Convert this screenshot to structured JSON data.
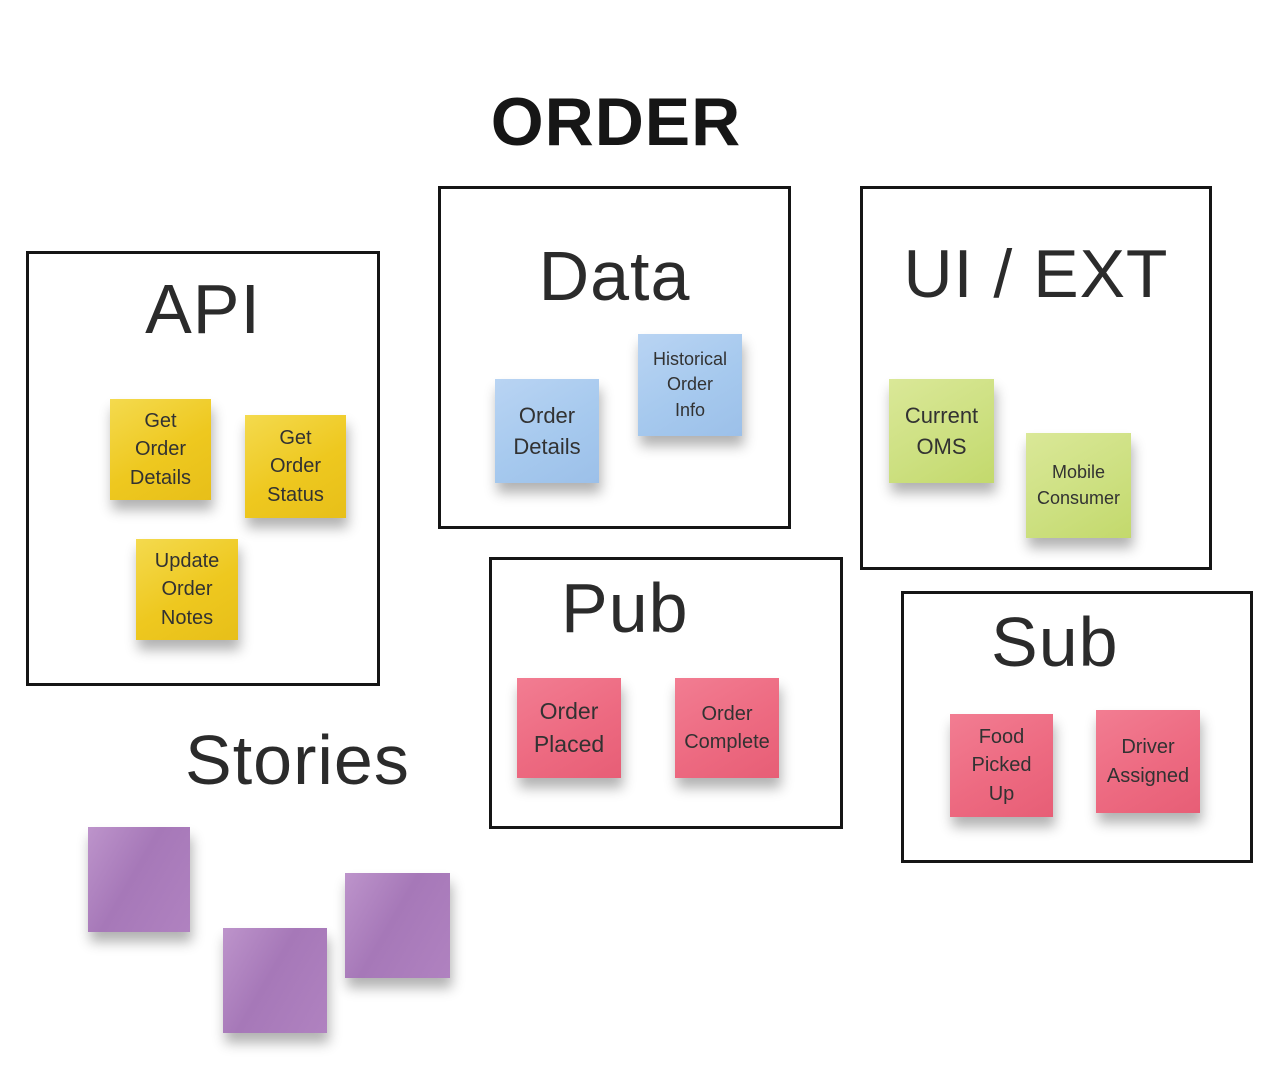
{
  "title": "ORDER",
  "note_colors": {
    "yellow": "#eec81f",
    "blue": "#a6c9ee",
    "green": "#cde081",
    "pink": "#ed6a81",
    "purple": "#ab7cbe"
  },
  "frame_border_color": "#151515",
  "sections": [
    {
      "label": "API",
      "notes": [
        {
          "text": "Get Order Details",
          "color": "yellow"
        },
        {
          "text": "Get Order Status",
          "color": "yellow"
        },
        {
          "text": "Update Order Notes",
          "color": "yellow"
        }
      ]
    },
    {
      "label": "Data",
      "notes": [
        {
          "text": "Order Details",
          "color": "blue"
        },
        {
          "text": "Historical Order Info",
          "color": "blue"
        }
      ]
    },
    {
      "label": "UI / EXT",
      "notes": [
        {
          "text": "Current OMS",
          "color": "green"
        },
        {
          "text": "Mobile Consumer",
          "color": "green"
        }
      ]
    },
    {
      "label": "Pub",
      "notes": [
        {
          "text": "Order Placed",
          "color": "pink"
        },
        {
          "text": "Order Complete",
          "color": "pink"
        }
      ]
    },
    {
      "label": "Sub",
      "notes": [
        {
          "text": "Food Picked Up",
          "color": "pink"
        },
        {
          "text": "Driver Assigned",
          "color": "pink"
        }
      ]
    },
    {
      "label": "Stories",
      "notes": [
        {
          "text": "",
          "color": "purple"
        },
        {
          "text": "",
          "color": "purple"
        },
        {
          "text": "",
          "color": "purple"
        }
      ]
    }
  ]
}
